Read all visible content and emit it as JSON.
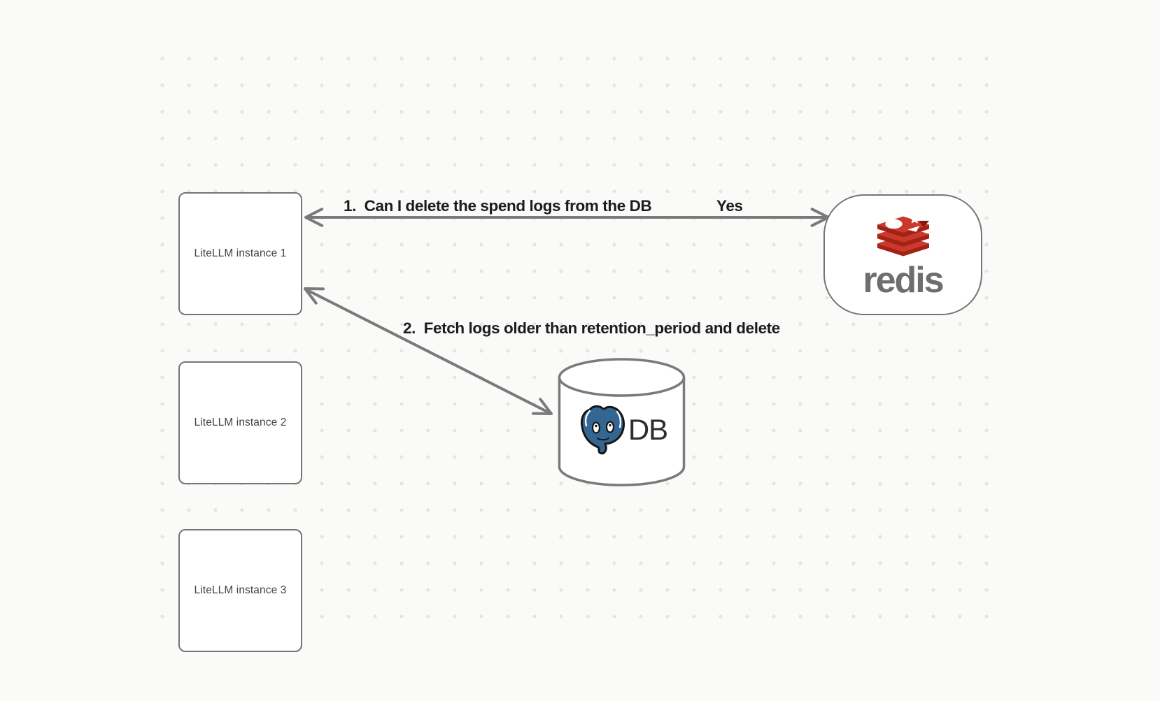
{
  "nodes": {
    "instance1": {
      "label": "LiteLLM instance 1"
    },
    "instance2": {
      "label": "LiteLLM instance 2"
    },
    "instance3": {
      "label": "LiteLLM instance 3"
    },
    "redis": {
      "wordmark": "redis"
    },
    "db": {
      "label": "DB"
    }
  },
  "edges": {
    "edge1": {
      "from": "LiteLLM instance 1",
      "to": "redis",
      "style": "double-headed-arrow",
      "label": "1.  Can I delete the spend logs from the DB",
      "reply": "Yes"
    },
    "edge2": {
      "from": "LiteLLM instance 1",
      "to": "DB",
      "style": "double-headed-arrow",
      "label": "2.  Fetch logs older than retention_period and delete"
    }
  },
  "colors": {
    "background": "#fafaf9",
    "grid_dot": "#e4e4e3",
    "shape_border": "#757575",
    "arrow": "#7a7a7a",
    "edge_label_text": "#1c1c1e",
    "node_text": "#40454b",
    "redis_red": "#cb392c",
    "redis_red_dark": "#a42116",
    "redis_wordmark_gray": "#6e6e6e",
    "postgres_blue": "#336791",
    "db_text": "#2e2e2e"
  }
}
